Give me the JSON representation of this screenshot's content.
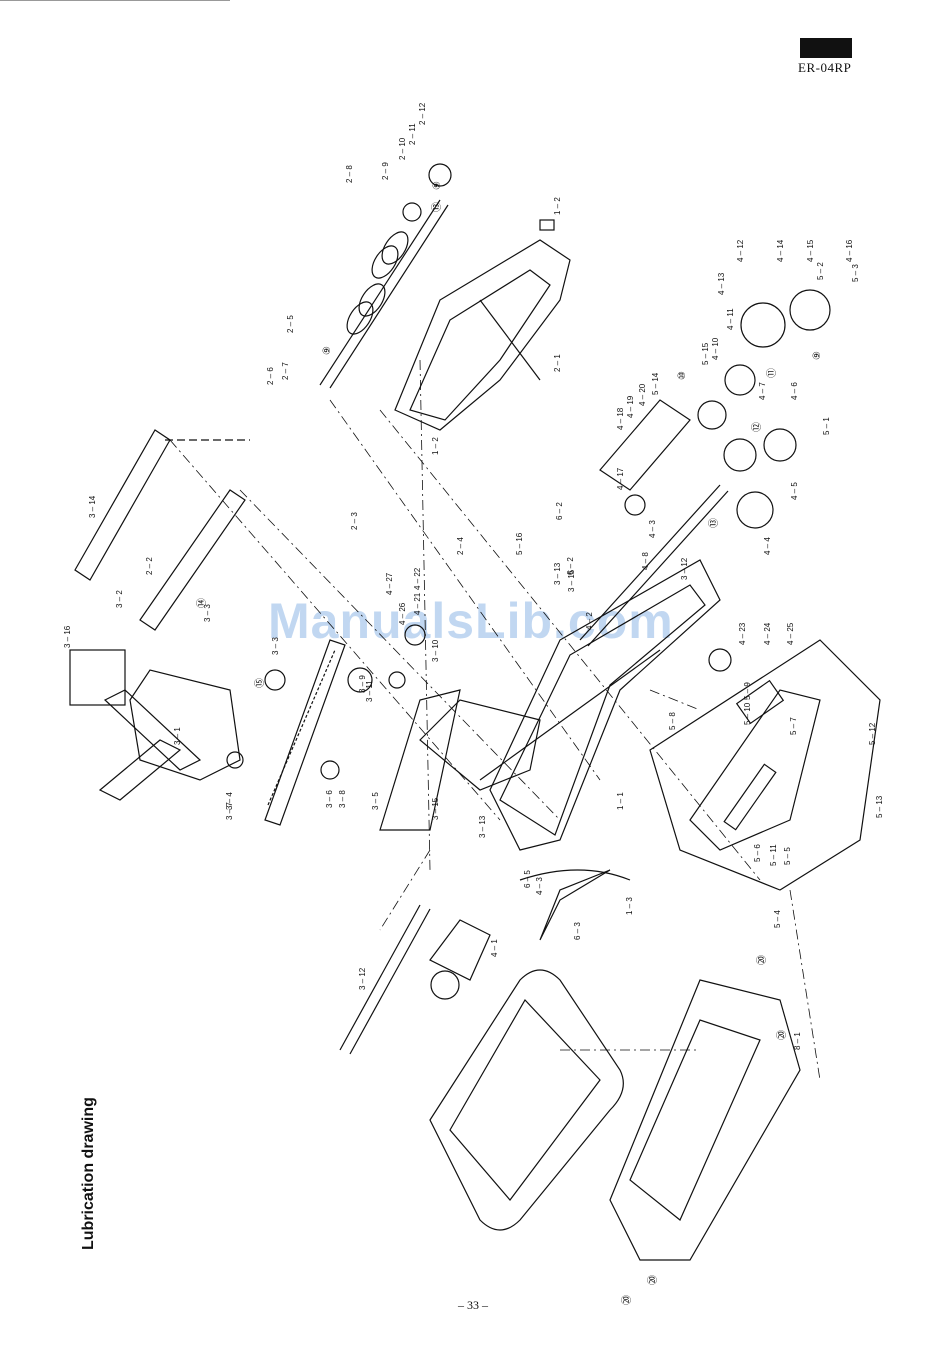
{
  "header": {
    "model": "ER-04RP"
  },
  "title": "Lubrication drawing",
  "footer": {
    "page": "– 33 –"
  },
  "watermark": "ManualsLib.com",
  "parts": [
    {
      "label": "1 – 1"
    },
    {
      "label": "1 – 2"
    },
    {
      "label": "1 – 2"
    },
    {
      "label": "1 – 3"
    },
    {
      "label": "2 – 1"
    },
    {
      "label": "2 – 2"
    },
    {
      "label": "2 – 3"
    },
    {
      "label": "2 – 4"
    },
    {
      "label": "2 – 5"
    },
    {
      "label": "2 – 6"
    },
    {
      "label": "2 – 7"
    },
    {
      "label": "2 – 8"
    },
    {
      "label": "2 – 9"
    },
    {
      "label": "2 – 10"
    },
    {
      "label": "2 – 11"
    },
    {
      "label": "2 – 12"
    },
    {
      "label": "3 – 1"
    },
    {
      "label": "3 – 2"
    },
    {
      "label": "3 – 3"
    },
    {
      "label": "3 – 3"
    },
    {
      "label": "3 – 4"
    },
    {
      "label": "3 – 5"
    },
    {
      "label": "3 – 6"
    },
    {
      "label": "3 – 7"
    },
    {
      "label": "3 – 8"
    },
    {
      "label": "3 – 9"
    },
    {
      "label": "3 – 10"
    },
    {
      "label": "3 – 11"
    },
    {
      "label": "3 – 12"
    },
    {
      "label": "3 – 12"
    },
    {
      "label": "3 – 13"
    },
    {
      "label": "3 – 13"
    },
    {
      "label": "3 – 14"
    },
    {
      "label": "3 – 15"
    },
    {
      "label": "3 – 15"
    },
    {
      "label": "3 – 16"
    },
    {
      "label": "4 – 1"
    },
    {
      "label": "4 – 2"
    },
    {
      "label": "4 – 3"
    },
    {
      "label": "4 – 3"
    },
    {
      "label": "4 – 4"
    },
    {
      "label": "4 – 5"
    },
    {
      "label": "4 – 6"
    },
    {
      "label": "4 – 7"
    },
    {
      "label": "4 – 8"
    },
    {
      "label": "4 – 10"
    },
    {
      "label": "4 – 11"
    },
    {
      "label": "4 – 12"
    },
    {
      "label": "4 – 13"
    },
    {
      "label": "4 – 14"
    },
    {
      "label": "4 – 15"
    },
    {
      "label": "4 – 16"
    },
    {
      "label": "4 – 17"
    },
    {
      "label": "4 – 18"
    },
    {
      "label": "4 – 19"
    },
    {
      "label": "4 – 20"
    },
    {
      "label": "4 – 21"
    },
    {
      "label": "4 – 22"
    },
    {
      "label": "4 – 23"
    },
    {
      "label": "4 – 24"
    },
    {
      "label": "4 – 25"
    },
    {
      "label": "4 – 26"
    },
    {
      "label": "4 – 27"
    },
    {
      "label": "5 – 1"
    },
    {
      "label": "5 – 2"
    },
    {
      "label": "5 – 3"
    },
    {
      "label": "5 – 4"
    },
    {
      "label": "5 – 5"
    },
    {
      "label": "5 – 6"
    },
    {
      "label": "5 – 7"
    },
    {
      "label": "5 – 8"
    },
    {
      "label": "5 – 9"
    },
    {
      "label": "5 – 10"
    },
    {
      "label": "5 – 11"
    },
    {
      "label": "5 – 12"
    },
    {
      "label": "5 – 13"
    },
    {
      "label": "5 – 14"
    },
    {
      "label": "5 – 15"
    },
    {
      "label": "5 – 16"
    },
    {
      "label": "6 – 2"
    },
    {
      "label": "6 – 2"
    },
    {
      "label": "6 – 3"
    },
    {
      "label": "6 – 5"
    },
    {
      "label": "8 – 1"
    }
  ],
  "lube_points": [
    {
      "mark": "⑨"
    },
    {
      "mark": "⑨"
    },
    {
      "mark": "⑨"
    },
    {
      "mark": "⑬"
    },
    {
      "mark": "⑭"
    },
    {
      "mark": "⑮"
    },
    {
      "mark": "⑩"
    },
    {
      "mark": "⑪"
    },
    {
      "mark": "⑫"
    },
    {
      "mark": "⑬"
    },
    {
      "mark": "⑳"
    },
    {
      "mark": "⑳"
    },
    {
      "mark": "⑳"
    },
    {
      "mark": "⑳"
    }
  ]
}
